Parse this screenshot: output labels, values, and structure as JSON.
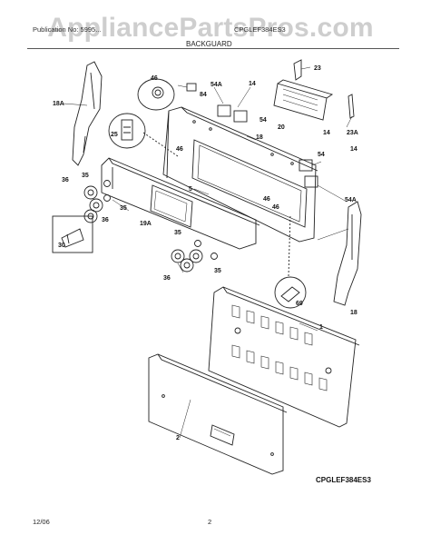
{
  "watermark": "AppliancePartsPros.com",
  "header": {
    "left": "Publication No: 5995...",
    "right": "CPGLEF384ES3"
  },
  "section_title": "BACKGUARD",
  "diagram_code": "CPGLEF384ES3",
  "footer": {
    "date": "12/06",
    "page": "2"
  },
  "callouts": {
    "c18A": "18A",
    "c46a": "46",
    "c84": "84",
    "c54Aa": "54A",
    "c14a": "14",
    "c54a": "54",
    "c23": "23",
    "c20": "20",
    "c23A": "23A",
    "c25": "25",
    "c46b": "46",
    "c18a": "18",
    "c14b": "14",
    "c54b": "54",
    "c14c": "14",
    "c54Ab": "54A",
    "c5": "5",
    "c46c": "46",
    "c46d": "46",
    "c35a": "35",
    "c36a": "36",
    "c36b": "36",
    "c35b": "35",
    "c19A": "19A",
    "c30": "30",
    "c35c": "35",
    "c36c": "36",
    "c35d": "35",
    "c69": "69",
    "c18b": "18",
    "c1": "1",
    "c2": "2"
  }
}
